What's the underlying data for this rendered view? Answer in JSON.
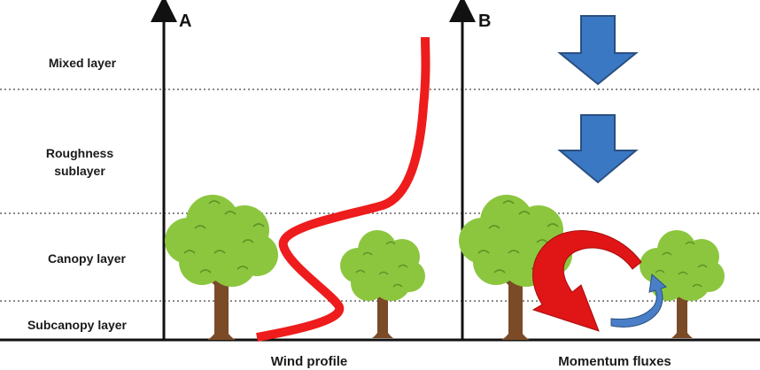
{
  "layers": {
    "mixed": "Mixed layer",
    "roughness_line1": "Roughness",
    "roughness_line2": "sublayer",
    "canopy": "Canopy layer",
    "subcanopy": "Subcanopy layer"
  },
  "panels": {
    "a": {
      "letter": "A",
      "caption": "Wind profile"
    },
    "b": {
      "letter": "B",
      "caption": "Momentum fluxes"
    }
  },
  "colors": {
    "wind_profile": "#ee1c1c",
    "downward_arrow": "#3b78c4",
    "downward_arrow_outline": "#2a4f80",
    "flux_red": "#e01515",
    "flux_blue": "#4a7fc8",
    "foliage": "#8cc63f",
    "foliage_dark": "#5f9324",
    "trunk": "#7b4a26",
    "axis": "#111111"
  }
}
